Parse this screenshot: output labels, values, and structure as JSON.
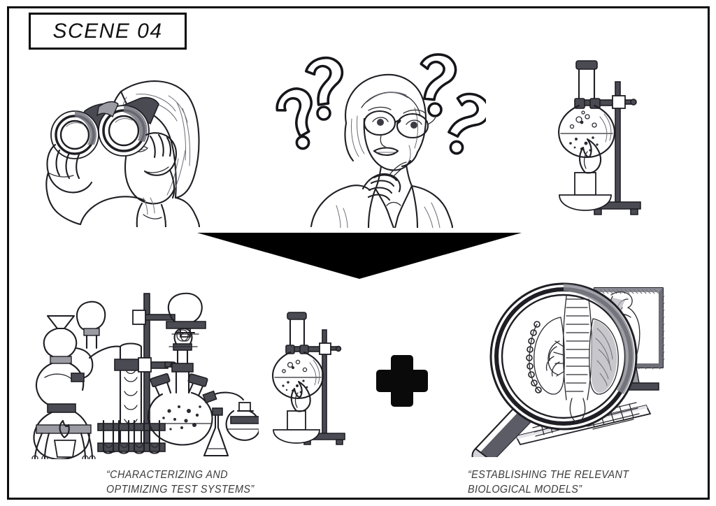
{
  "frame": {
    "border_color": "#0d0d0d",
    "background": "#ffffff"
  },
  "title": {
    "label": "SCENE 04",
    "box_border_color": "#0a0a0a"
  },
  "top_row": {
    "panels": [
      {
        "name": "observation",
        "icon": "woman-with-binoculars-sketch",
        "description": "Woman with bob haircut looking through binoculars"
      },
      {
        "name": "questioning",
        "icon": "thinking-woman-with-question-marks-sketch",
        "description": "Woman with glasses, hand on chin, thinking",
        "question_mark_count": 4
      },
      {
        "name": "experiment",
        "icon": "flask-on-stand-with-burner-sketch",
        "description": "Round-bottom flask clamped to ring stand above lit burner"
      }
    ]
  },
  "arrow": {
    "icon": "down-arrow-wide-triangle",
    "color": "#000000",
    "direction": "down"
  },
  "bottom_row": {
    "left": {
      "name": "test-systems",
      "icons": [
        "distillation-apparatus-sketch",
        "condenser-column-sketch",
        "test-tube-rack-sketch",
        "round-bottom-flask-sketch",
        "erlenmeyer-flask-sketch",
        "flask-on-stand-with-burner-sketch"
      ],
      "caption": "“CHARACTERIZING AND\nOPTIMIZING TEST SYSTEMS”"
    },
    "operator": {
      "name": "plus",
      "icon": "plus-sign",
      "label": "+",
      "color": "#000000"
    },
    "right": {
      "name": "biological-models",
      "icons": [
        "magnifying-glass-sketch",
        "computer-monitor-sketch",
        "keyboard-sketch",
        "human-anatomy-lungs-spine-sketch"
      ],
      "caption": "“ESTABLISHING THE RELEVANT\nBIOLOGICAL MODELS”"
    }
  },
  "colors": {
    "ink": "#1e1e24",
    "shade_dark": "#4a4a52",
    "shade_mid": "#9b9ba3",
    "shade_light": "#d8d8dd",
    "caption_text": "#3b3b3b"
  }
}
